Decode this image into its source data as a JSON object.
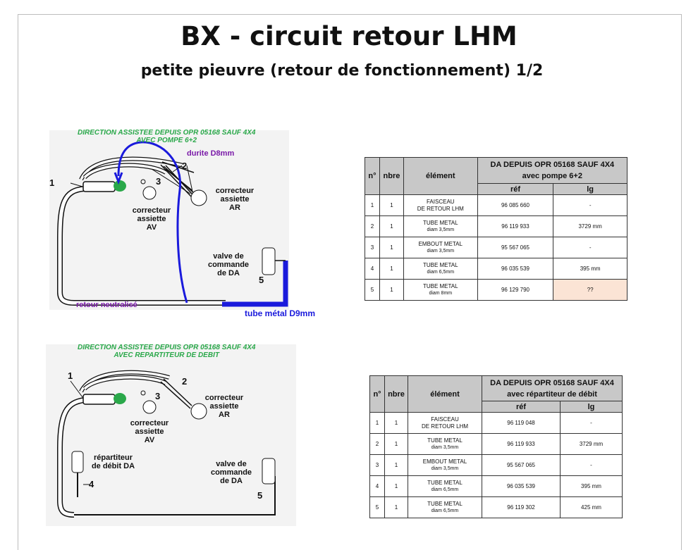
{
  "title": "BX - circuit retour LHM",
  "subtitle": "petite pieuvre (retour de fonctionnement) 1/2",
  "colors": {
    "blue_tube": "#1a1adc",
    "purple_text": "#7a1aa8",
    "green_text": "#2aa84a",
    "header_bg": "#c8c8c8",
    "highlight": "#fbe4d5"
  },
  "diagram1": {
    "green_title_1": "DIRECTION ASSISTEE DEPUIS OPR 05168 SAUF 4X4",
    "green_title_2": "AVEC POMPE 6+2",
    "durite": "durite D8mm",
    "retour": "retour neutralisé",
    "tube": "tube métal D9mm",
    "n1": "1",
    "n2": "2",
    "n3": "3",
    "n5": "5",
    "correcteur_av": "correcteur\nassiette\nAV",
    "correcteur_ar": "correcteur\nassiette\nAR",
    "valve": "valve de\ncommande\nde DA"
  },
  "diagram2": {
    "green_title_1": "DIRECTION ASSISTEE DEPUIS OPR 05168 SAUF 4X4",
    "green_title_2": "AVEC REPARTITEUR DE DEBIT",
    "n1": "1",
    "n2": "2",
    "n3": "3",
    "n4": "4",
    "n5": "5",
    "correcteur_av": "correcteur\nassiette\nAV",
    "correcteur_ar": "correcteur\nassiette\nAR",
    "repartiteur": "répartiteur\nde débit DA",
    "valve": "valve de\ncommande\nde DA"
  },
  "table1": {
    "h_num": "n°",
    "h_nbre": "nbre",
    "h_element": "élément",
    "h_group_1": "DA DEPUIS OPR 05168 SAUF 4X4",
    "h_group_2": "avec pompe 6+2",
    "h_ref": "réf",
    "h_lg": "lg",
    "rows": [
      {
        "n": "1",
        "nbre": "1",
        "el1": "FAISCEAU",
        "el2": "DE RETOUR LHM",
        "ref": "96 085 660",
        "lg": "-"
      },
      {
        "n": "2",
        "nbre": "1",
        "el1": "TUBE METAL",
        "el2": "diam 3,5mm",
        "ref": "96 119 933",
        "lg": "3729 mm"
      },
      {
        "n": "3",
        "nbre": "1",
        "el1": "EMBOUT METAL",
        "el2": "diam 3,5mm",
        "ref": "95 567 065",
        "lg": "-"
      },
      {
        "n": "4",
        "nbre": "1",
        "el1": "TUBE METAL",
        "el2": "diam 6,5mm",
        "ref": "96 035 539",
        "lg": "395 mm"
      },
      {
        "n": "5",
        "nbre": "1",
        "el1": "TUBE METAL",
        "el2": "diam 8mm",
        "ref": "96 129 790",
        "lg": "??"
      }
    ]
  },
  "table2": {
    "h_num": "n°",
    "h_nbre": "nbre",
    "h_element": "élément",
    "h_group_1": "DA DEPUIS OPR 05168 SAUF 4X4",
    "h_group_2": "avec répartiteur de débit",
    "h_ref": "réf",
    "h_lg": "lg",
    "rows": [
      {
        "n": "1",
        "nbre": "1",
        "el1": "FAISCEAU",
        "el2": "DE RETOUR LHM",
        "ref": "96 119 048",
        "lg": "-"
      },
      {
        "n": "2",
        "nbre": "1",
        "el1": "TUBE METAL",
        "el2": "diam 3,5mm",
        "ref": "96 119 933",
        "lg": "3729 mm"
      },
      {
        "n": "3",
        "nbre": "1",
        "el1": "EMBOUT METAL",
        "el2": "diam 3,5mm",
        "ref": "95 567 065",
        "lg": "-"
      },
      {
        "n": "4",
        "nbre": "1",
        "el1": "TUBE METAL",
        "el2": "diam 6,5mm",
        "ref": "96 035 539",
        "lg": "395 mm"
      },
      {
        "n": "5",
        "nbre": "1",
        "el1": "TUBE METAL",
        "el2": "diam 6,5mm",
        "ref": "96 119 302",
        "lg": "425 mm"
      }
    ]
  }
}
